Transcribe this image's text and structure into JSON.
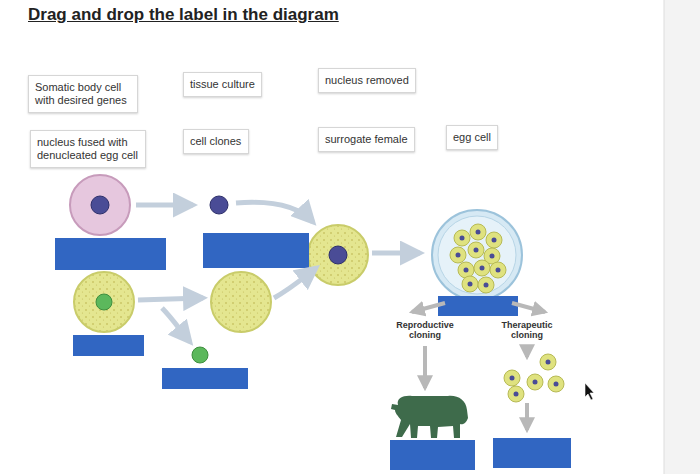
{
  "diagram": {
    "title": "Drag and drop the label in the diagram",
    "nodes": [
      {
        "text": [
          "Somatic body cell with desired genes"
        ]
      },
      {
        "text": [
          "tissue culture"
        ]
      },
      {
        "text": [
          "nucleus removed"
        ]
      },
      {
        "text": [
          "nucleus fused with denucleated egg cell"
        ]
      },
      {
        "text": [
          "cell clones"
        ]
      },
      {
        "text": [
          "surrogate female"
        ]
      },
      {
        "text": [
          "egg cell"
        ]
      }
    ],
    "edges": [],
    "labels": [
      "Reproductive cloning",
      "Therapeutic cloning"
    ]
  }
}
